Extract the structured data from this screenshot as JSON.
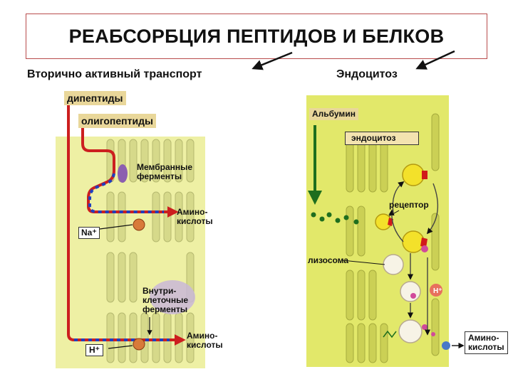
{
  "title": "РЕАБСОРБЦИЯ ПЕПТИДОВ И БЕЛКОВ",
  "left": {
    "header": "Вторично активный транспорт",
    "dipeptides": "дипептиды",
    "oligopeptides": "олигопептиды",
    "membrane_enzymes": [
      "Мембранные",
      "ферменты"
    ],
    "amino_acids_1": [
      "Амино-",
      "кислоты"
    ],
    "na_ion": "Na⁺",
    "intracellular_enzymes": [
      "Внутри-",
      "клеточные",
      "ферменты"
    ],
    "amino_acids_2": [
      "Амино-",
      "кислоты"
    ],
    "h_ion": "H⁺"
  },
  "right": {
    "header": "Эндоцитоз",
    "albumin": "Альбумин",
    "endocytosis": "эндоцитоз",
    "receptor": "рецептор",
    "lysosome": "лизосома",
    "h_ion": "H⁺",
    "amino_acids": [
      "Амино-",
      "кислоты"
    ]
  },
  "colors": {
    "cell_left": "#eef0a4",
    "cell_right": "#e2e86a",
    "border_title": "#b84b4b",
    "tag_bg": "#e9d79a",
    "pathway_red": "#cc1f1f",
    "pathway_blue": "#1f3fbf",
    "arrow_green": "#1e6e1e"
  }
}
